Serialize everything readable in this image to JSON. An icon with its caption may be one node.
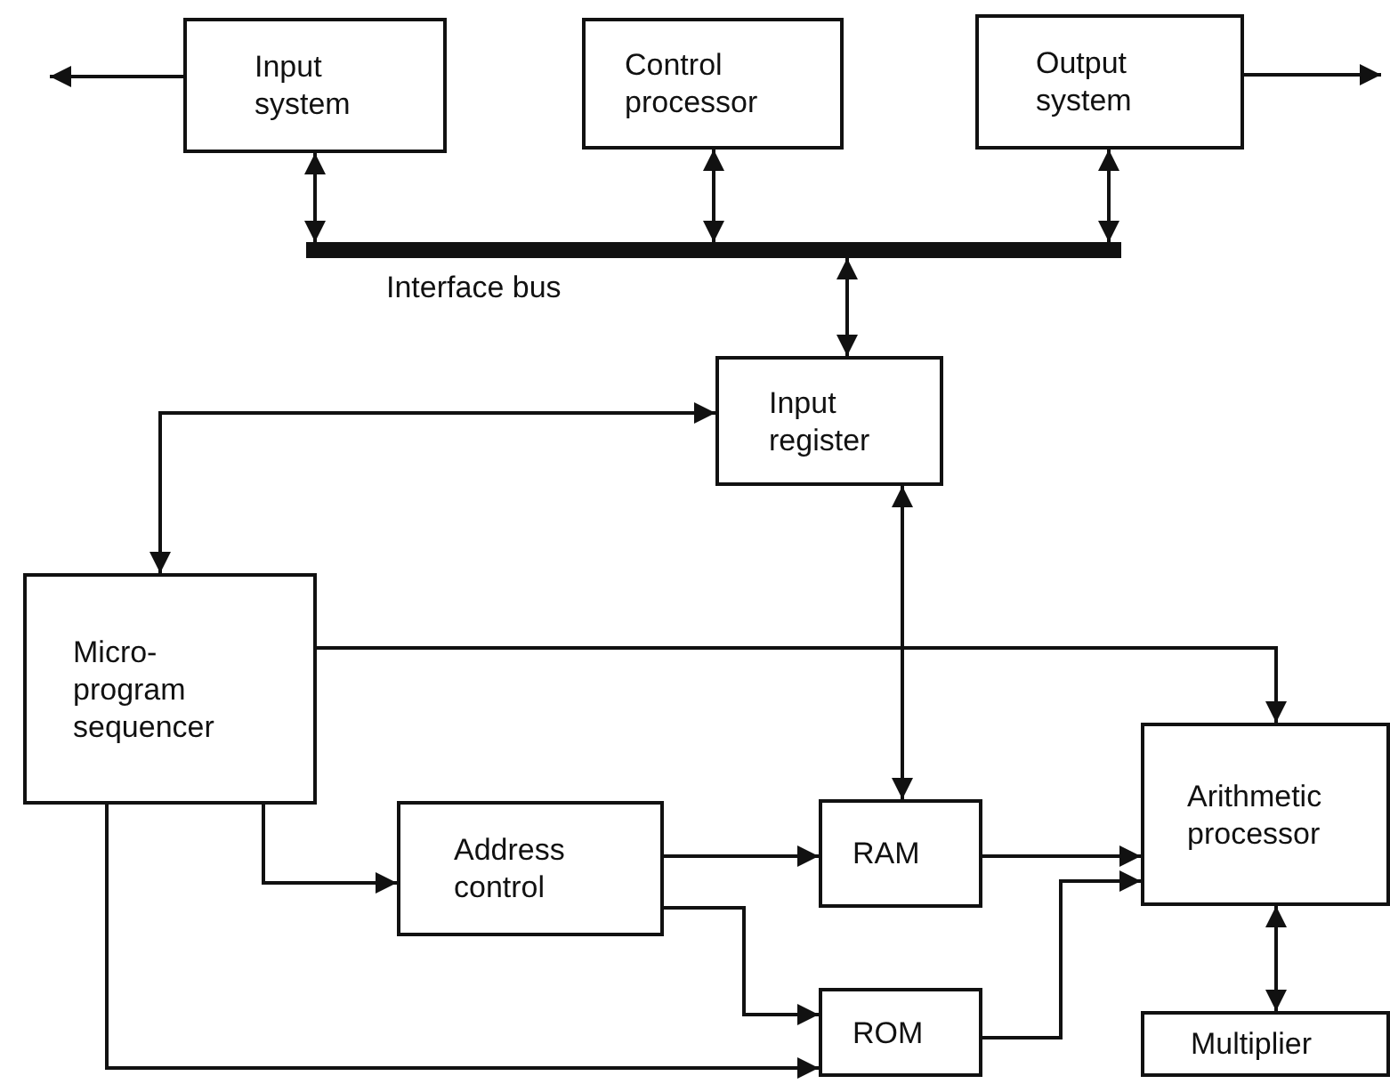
{
  "diagram": {
    "nodes": [
      {
        "text": [
          "Input system"
        ]
      },
      {
        "text": [
          "Control processor"
        ]
      },
      {
        "text": [
          "Output system"
        ]
      },
      {
        "text": [
          "Interface bus"
        ]
      },
      {
        "text": [
          "Input register"
        ]
      },
      {
        "text": [
          "Micro-program sequencer"
        ]
      },
      {
        "text": [
          "Address control"
        ]
      },
      {
        "text": [
          "RAM"
        ]
      },
      {
        "text": [
          "ROM"
        ]
      },
      {
        "text": [
          "Arithmetic processor"
        ]
      },
      {
        "text": [
          "Multiplier"
        ]
      }
    ],
    "edges": [
      {
        "from": 0,
        "to": null,
        "arrow": "to"
      },
      {
        "from": 2,
        "to": null,
        "arrow": "to"
      },
      {
        "from": 0,
        "to": 3,
        "arrow": "both"
      },
      {
        "from": 1,
        "to": 3,
        "arrow": "both"
      },
      {
        "from": 2,
        "to": 3,
        "arrow": "both"
      },
      {
        "from": 3,
        "to": 4,
        "arrow": "both"
      },
      {
        "from": 4,
        "to": 5,
        "arrow": "both"
      },
      {
        "from": 4,
        "to": 7,
        "arrow": "both"
      },
      {
        "from": 5,
        "to": 9,
        "arrow": "to"
      },
      {
        "from": 5,
        "to": 6,
        "arrow": "to"
      },
      {
        "from": 5,
        "to": 8,
        "arrow": "to"
      },
      {
        "from": 6,
        "to": 7,
        "arrow": "to"
      },
      {
        "from": 6,
        "to": 8,
        "arrow": "to"
      },
      {
        "from": 7,
        "to": 9,
        "arrow": "to"
      },
      {
        "from": 8,
        "to": 9,
        "arrow": "to"
      },
      {
        "from": 9,
        "to": 10,
        "arrow": "both"
      }
    ]
  }
}
